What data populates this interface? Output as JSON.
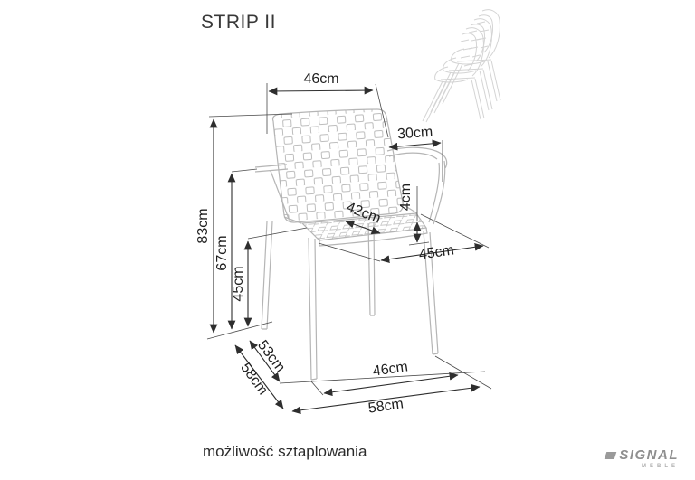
{
  "title": "STRIP II",
  "caption": "możliwość sztaplowania",
  "logo": {
    "brand": "SIGNAL",
    "sub": "MEBLE"
  },
  "colors": {
    "background": "#ffffff",
    "dimension_ink": "#2e2e2e",
    "chair_line": "#b5b5b5",
    "stacked_chairs_line": "#d4d4d4",
    "logo_gray": "#8f8f8f"
  },
  "dimensions": {
    "backrest_width": "46cm",
    "armrest_length": "30cm",
    "total_height": "83cm",
    "armrest_height": "67cm",
    "seat_height": "45cm",
    "seat_thickness": "4cm",
    "seat_width": "42cm",
    "seat_depth": "45cm",
    "leg_span_depth": "53cm",
    "total_depth": "58cm",
    "front_leg_span": "46cm",
    "total_width": "58cm"
  }
}
